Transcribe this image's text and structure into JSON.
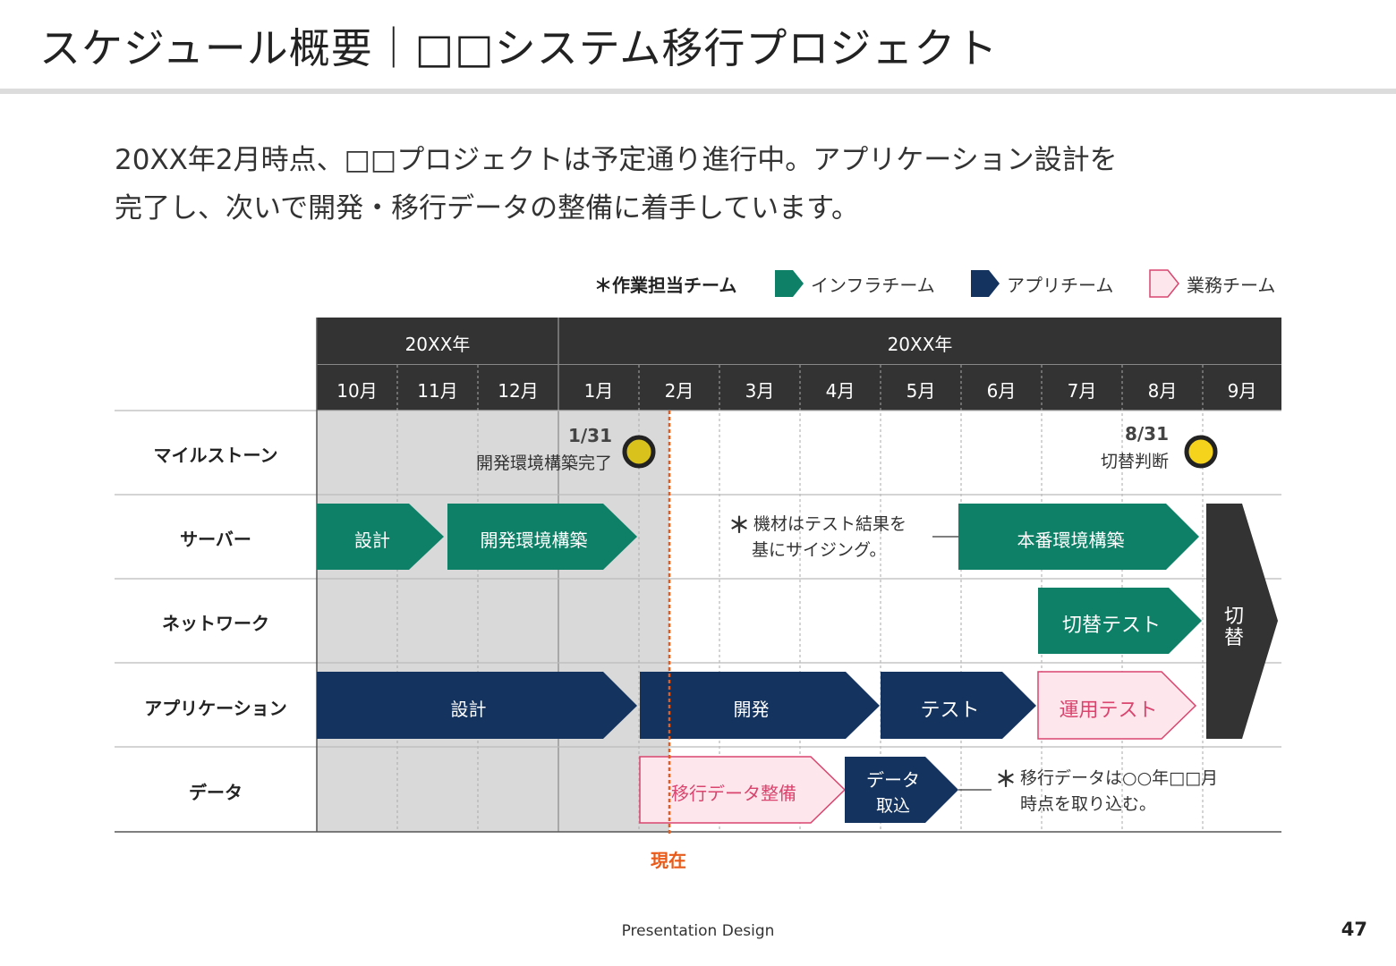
{
  "title": "スケジュール概要｜□□システム移行プロジェクト",
  "summary_lines": [
    "20XX年2月時点、□□プロジェクトは予定通り進行中。アプリケーション設計を",
    "完了し、次いで開発・移行データの整備に着手しています。"
  ],
  "legend": {
    "title": "＊作業担当チーム",
    "infra": "インフラチーム",
    "app": "アプリチーム",
    "biz": "業務チーム"
  },
  "colors": {
    "infra": "#0e8067",
    "app": "#14335e",
    "biz_fill": "#fde6ec",
    "biz_border": "#d9456e",
    "header": "#333333",
    "past": "#d9d9d9",
    "now": "#e85b1a",
    "milestone_dot": "#f5d21c"
  },
  "header": {
    "year1": "20XX年",
    "year2": "20XX年",
    "months": [
      "10月",
      "11月",
      "12月",
      "1月",
      "2月",
      "3月",
      "4月",
      "5月",
      "6月",
      "7月",
      "8月",
      "9月"
    ]
  },
  "rows": [
    "マイルストーン",
    "サーバー",
    "ネットワーク",
    "アプリケーション",
    "データ"
  ],
  "milestones": [
    {
      "date": "1/31",
      "name": "開発環境構築完了"
    },
    {
      "date": "8/31",
      "name": "切替判断"
    }
  ],
  "bars": {
    "server_design": "設計",
    "server_dev_env": "開発環境構築",
    "server_prod_env": "本番環境構築",
    "network_switch_test": "切替テスト",
    "app_design": "設計",
    "app_dev": "開発",
    "app_test": "テスト",
    "app_ops_test": "運用テスト",
    "data_prep": "移行データ整備",
    "data_load_1": "データ",
    "data_load_2": "取込"
  },
  "notes": {
    "server_1": "機材はテスト結果を",
    "server_2": "基にサイジング。",
    "data_1": "移行データは○○年□□月",
    "data_2": "時点を取り込む。",
    "star": "＊"
  },
  "cutover": [
    "切",
    "替"
  ],
  "now_label": "現在",
  "footer": "Presentation Design",
  "page_number": "47"
}
